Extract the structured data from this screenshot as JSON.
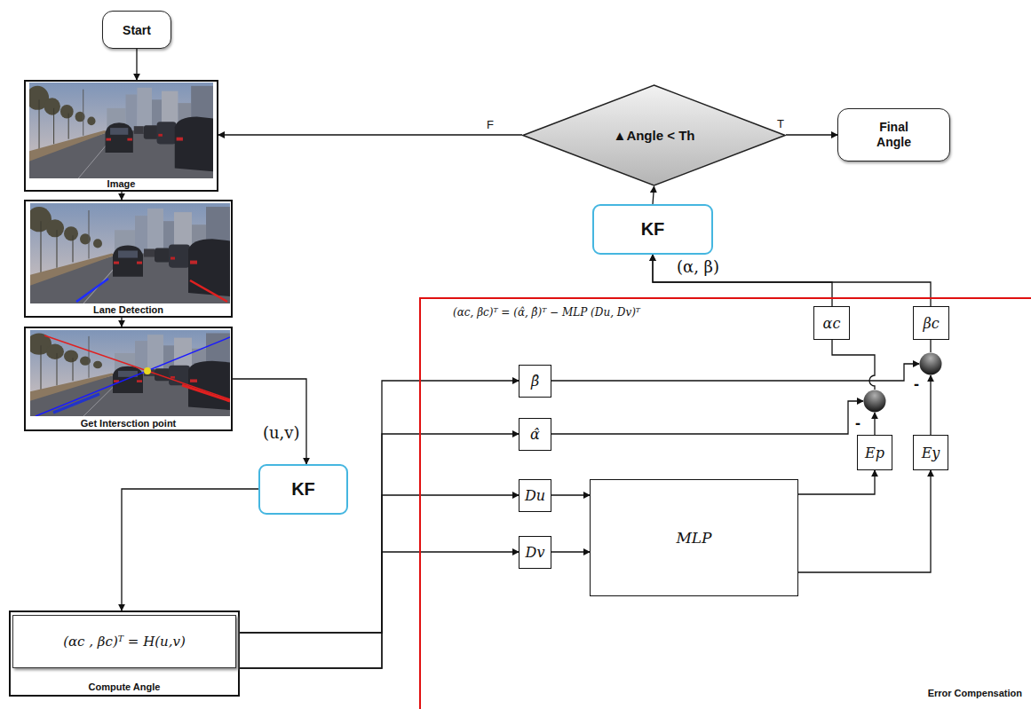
{
  "diagram": {
    "nodes": [
      {
        "text": [
          "Start"
        ]
      },
      {
        "text": [
          "Image"
        ]
      },
      {
        "text": [
          "Lane Detection"
        ]
      },
      {
        "text": [
          "Get Intersction point"
        ]
      },
      {
        "text": [
          "KF"
        ]
      },
      {
        "text": [
          "Compute Angle"
        ]
      },
      {
        "text": [
          "(αc , βc)ᵀ = H(u,v)"
        ],
        "in": 5
      },
      {
        "text": [
          "▲Angle < Th"
        ]
      },
      {
        "text": [
          "Final Angle"
        ]
      },
      {
        "text": [
          "KF"
        ]
      },
      {
        "text": [
          "(αc, βc)ᵀ = (α̂, β̂)ᵀ − MLP (Du, Dv)ᵀ",
          "Error Compensation"
        ]
      },
      {
        "text": [
          "αc"
        ],
        "in": 10
      },
      {
        "text": [
          "βc"
        ],
        "in": 10
      },
      {
        "text": [
          "β̂"
        ],
        "in": 10
      },
      {
        "text": [
          "α̂"
        ],
        "in": 10
      },
      {
        "text": [
          "-"
        ],
        "in": 10
      },
      {
        "text": [
          "-"
        ],
        "in": 10
      },
      {
        "text": [
          "Du"
        ],
        "in": 10
      },
      {
        "text": [
          "Dv"
        ],
        "in": 10
      },
      {
        "text": [
          "MLP"
        ],
        "in": 10
      },
      {
        "text": [
          "Ep"
        ],
        "in": 10
      },
      {
        "text": [
          "Ey"
        ],
        "in": 10
      }
    ],
    "edges": [
      {
        "from": 0,
        "to": 1,
        "arrow": "to"
      },
      {
        "from": 1,
        "to": 2,
        "arrow": "to"
      },
      {
        "from": 2,
        "to": 3,
        "arrow": "to"
      },
      {
        "from": 3,
        "to": 4,
        "label": "(u,v)",
        "arrow": "to"
      },
      {
        "from": 4,
        "to": 5,
        "arrow": "to"
      },
      {
        "from": 5,
        "to": 13,
        "arrow": "to"
      },
      {
        "from": 5,
        "to": 14,
        "arrow": "to"
      },
      {
        "from": 5,
        "to": 17,
        "arrow": "to"
      },
      {
        "from": 5,
        "to": 18,
        "arrow": "to"
      },
      {
        "from": 17,
        "to": 19,
        "arrow": "to"
      },
      {
        "from": 18,
        "to": 19,
        "arrow": "to"
      },
      {
        "from": 19,
        "to": 20,
        "arrow": "to"
      },
      {
        "from": 19,
        "to": 21,
        "arrow": "to"
      },
      {
        "from": 14,
        "to": 16,
        "arrow": "to"
      },
      {
        "from": 20,
        "to": 16,
        "arrow": "to"
      },
      {
        "from": 13,
        "to": 15,
        "arrow": "to"
      },
      {
        "from": 21,
        "to": 15,
        "arrow": "to"
      },
      {
        "from": 16,
        "to": 11,
        "arrow": "none"
      },
      {
        "from": 15,
        "to": 12,
        "arrow": "none"
      },
      {
        "from": 11,
        "to": 9,
        "label": "(α, β)",
        "arrow": "to"
      },
      {
        "from": 12,
        "to": 9,
        "arrow": "to"
      },
      {
        "from": 9,
        "to": 7,
        "arrow": "to"
      },
      {
        "from": 7,
        "to": 8,
        "label": "T",
        "arrow": "to"
      },
      {
        "from": 7,
        "to": 1,
        "label": "F",
        "arrow": "to"
      }
    ]
  }
}
